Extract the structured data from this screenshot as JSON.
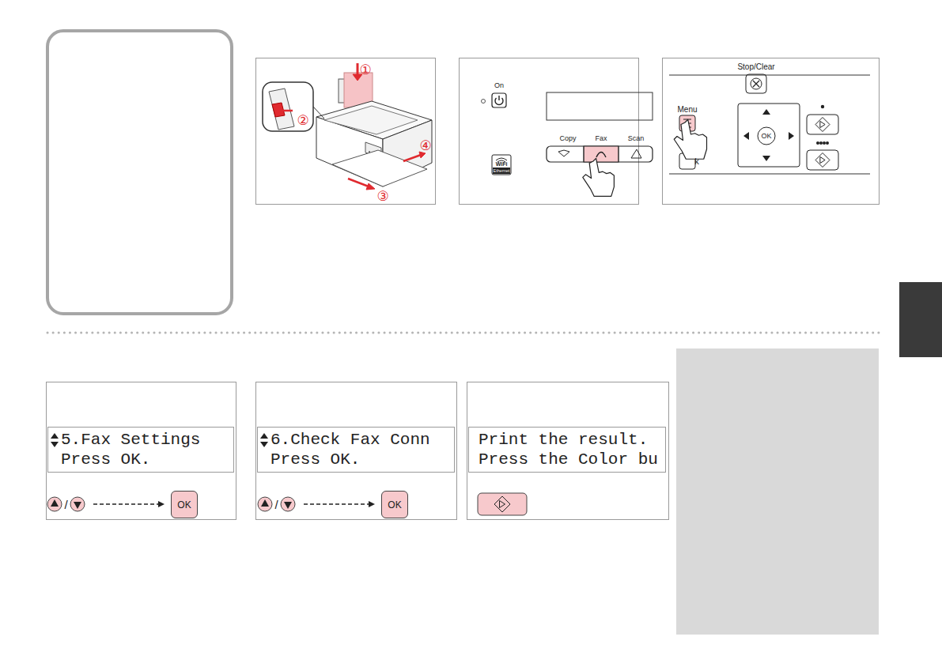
{
  "diagram": {
    "nodes": [
      {
        "text": [
          "5.Fax Settings",
          "Press OK."
        ]
      },
      {
        "text": [
          "OK"
        ]
      },
      {
        "text": [
          "6.Check Fax Conn",
          "Press OK."
        ]
      },
      {
        "text": [
          "OK"
        ]
      },
      {
        "text": [
          "Print the result.",
          "Press the Color bu"
        ]
      }
    ],
    "labels": [
      "①",
      "②",
      "③",
      "④",
      "On",
      "WiFi",
      "Ethernet",
      "Copy",
      "Fax",
      "Scan",
      "Stop/Clear",
      "Menu",
      "OK",
      "k",
      "/",
      "/"
    ]
  }
}
